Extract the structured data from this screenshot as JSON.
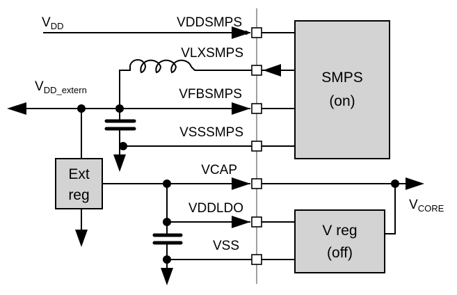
{
  "labels": {
    "vdd": "V",
    "vdd_sub": "DD",
    "vdd_extern": "V",
    "vdd_extern_sub": "DD_extern",
    "vcore": "V",
    "vcore_sub": "CORE",
    "pins": [
      "VDDSMPS",
      "VLXSMPS",
      "VFBSMPS",
      "VSSSMPS",
      "VCAP",
      "VDDLDO",
      "VSS"
    ]
  },
  "blocks": {
    "smps": {
      "line1": "SMPS",
      "line2": "(on)"
    },
    "ext_reg": {
      "line1": "Ext",
      "line2": "reg"
    },
    "v_reg": {
      "line1": "V reg",
      "line2": "(off)"
    }
  },
  "colors": {
    "block_fill": "#d3d3d3",
    "pin_line": "#808080"
  }
}
